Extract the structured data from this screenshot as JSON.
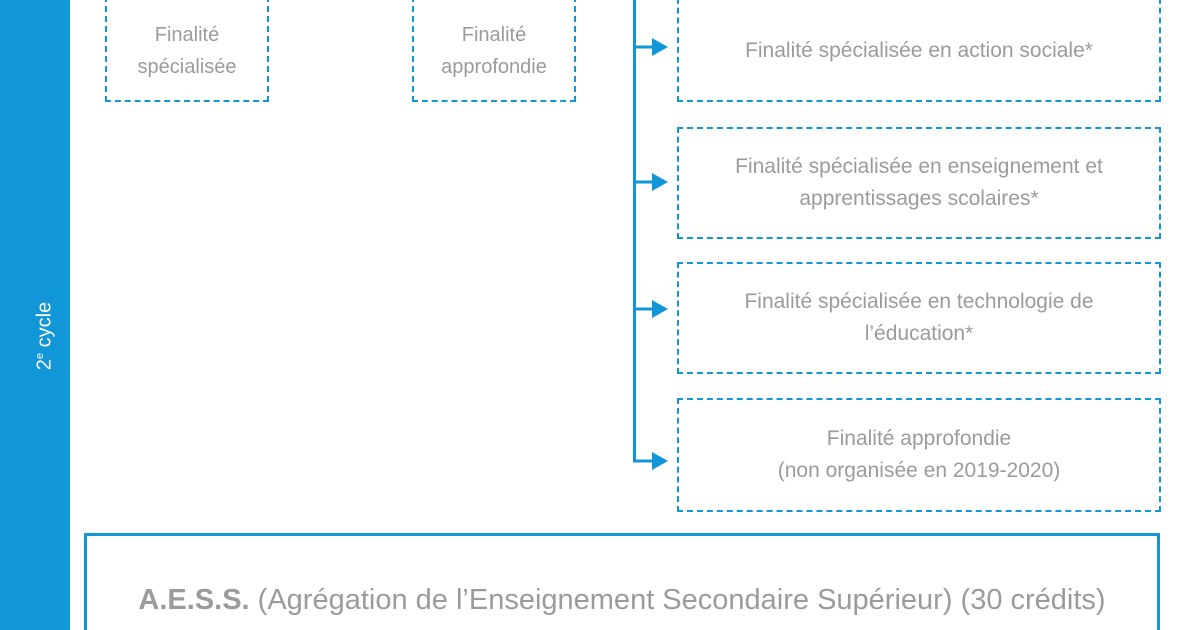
{
  "cycle": {
    "number": "2",
    "superscript": "e",
    "word": "cycle"
  },
  "top_boxes": [
    {
      "line1": "Finalité",
      "line2": "spécialisée"
    },
    {
      "line1": "Finalité",
      "line2": "approfondie"
    }
  ],
  "options": [
    {
      "line1": "Finalité spécialisée en action sociale*",
      "line2": ""
    },
    {
      "line1": "Finalité spécialisée en enseignement et",
      "line2": "apprentissages scolaires*"
    },
    {
      "line1": "Finalité spécialisée en technologie de",
      "line2": "l’éducation*"
    },
    {
      "line1": "Finalité approfondie",
      "line2": "(non organisée en 2019-2020)"
    }
  ],
  "aess": {
    "abbr": "A.E.S.S.",
    "rest": " (Agrégation de l’Enseignement Secondaire Supérieur) (30 crédits)"
  },
  "colors": {
    "accent": "#1196d8",
    "text": "#9b9b9b"
  }
}
